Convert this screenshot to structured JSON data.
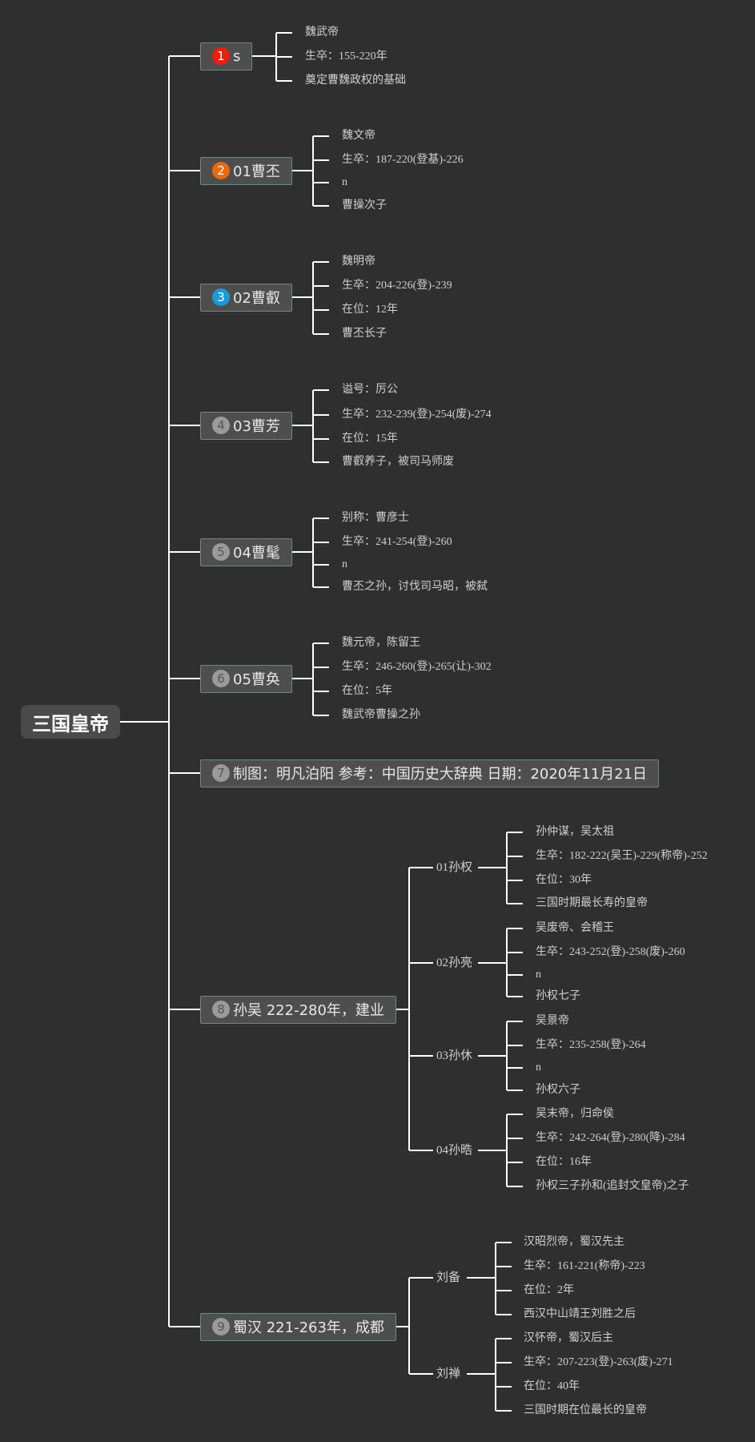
{
  "root": "三国皇帝",
  "colors": {
    "background": "#2f2f2f",
    "line": "#ffffff",
    "badge_red": "#e8200f",
    "badge_orange": "#e66a10",
    "badge_blue": "#1a9ad8",
    "badge_grey": "#9a9a9a"
  },
  "branches": [
    {
      "badge": "1",
      "color": "#e8200f",
      "label": "s",
      "leaves": [
        "魏武帝",
        "生卒：155-220年",
        "奠定曹魏政权的基础"
      ]
    },
    {
      "badge": "2",
      "color": "#e66a10",
      "label": "01曹丕",
      "leaves": [
        "魏文帝",
        "生卒：187-220(登基)-226",
        "n",
        "曹操次子"
      ]
    },
    {
      "badge": "3",
      "color": "#1a9ad8",
      "label": "02曹叡",
      "leaves": [
        "魏明帝",
        "生卒：204-226(登)-239",
        "在位：12年",
        "曹丕长子"
      ]
    },
    {
      "badge": "4",
      "color": "#9a9a9a",
      "label": "03曹芳",
      "leaves": [
        "谥号：厉公",
        "生卒：232-239(登)-254(废)-274",
        "在位：15年",
        "曹叡养子，被司马师废"
      ]
    },
    {
      "badge": "5",
      "color": "#9a9a9a",
      "label": "04曹髦",
      "leaves": [
        "别称：曹彦士",
        "生卒：241-254(登)-260",
        "n",
        "曹丕之孙，讨伐司马昭，被弑"
      ]
    },
    {
      "badge": "6",
      "color": "#9a9a9a",
      "label": "05曹奂",
      "leaves": [
        "魏元帝，陈留王",
        "生卒：246-260(登)-265(让)-302",
        "在位：5年",
        "魏武帝曹操之孙"
      ]
    },
    {
      "badge": "7",
      "color": "#9a9a9a",
      "label": "制图：明凡泊阳 参考：中国历史大辞典 日期：2020年11月21日",
      "leaves": []
    },
    {
      "badge": "8",
      "color": "#9a9a9a",
      "label": "孙吴 222-280年，建业",
      "subs": [
        {
          "label": "01孙权",
          "leaves": [
            "孙仲谋，吴太祖",
            "生卒：182-222(吴王)-229(称帝)-252",
            "在位：30年",
            "三国时期最长寿的皇帝"
          ]
        },
        {
          "label": "02孙亮",
          "leaves": [
            "吴废帝、会稽王",
            "生卒：243-252(登)-258(废)-260",
            "n",
            "孙权七子"
          ]
        },
        {
          "label": "03孙休",
          "leaves": [
            "吴景帝",
            "生卒：235-258(登)-264",
            "n",
            "孙权六子"
          ]
        },
        {
          "label": "04孙晧",
          "leaves": [
            "吴末帝，归命侯",
            "生卒：242-264(登)-280(降)-284",
            "在位：16年",
            "孙权三子孙和(追封文皇帝)之子"
          ]
        }
      ]
    },
    {
      "badge": "9",
      "color": "#9a9a9a",
      "label": "蜀汉 221-263年，成都",
      "subs": [
        {
          "label": "刘备",
          "leaves": [
            "汉昭烈帝，蜀汉先主",
            "生卒：161-221(称帝)-223",
            "在位：2年",
            "西汉中山靖王刘胜之后"
          ]
        },
        {
          "label": "刘禅",
          "leaves": [
            "汉怀帝，蜀汉后主",
            "生卒：207-223(登)-263(废)-271",
            "在位：40年",
            "三国时期在位最长的皇帝"
          ]
        }
      ]
    }
  ]
}
